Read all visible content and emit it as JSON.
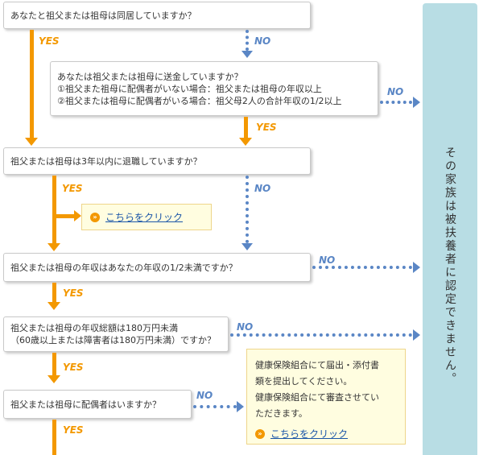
{
  "questions": [
    {
      "lines": [
        "あなたと祖父または祖母は同居していますか？"
      ]
    },
    {
      "lines": [
        "あなたは祖父または祖母に送金していますか？",
        "①祖父また祖母に配偶者がいない場合：祖父または祖母の年収以上",
        "②祖父または祖母に配偶者がいる場合：祖父母2人の合計年収の1/2以上"
      ]
    },
    {
      "lines": [
        "祖父または祖母は3年以内に退職していますか？"
      ]
    },
    {
      "lines": [
        "祖父または祖母の年収はあなたの年収の1/2未満ですか？"
      ]
    },
    {
      "lines": [
        "祖父または祖母の年収総額は180万円未満",
        "（60歳以上または障害者は180万円未満）ですか？"
      ]
    },
    {
      "lines": [
        "祖父または祖母に配偶者はいますか？"
      ]
    }
  ],
  "labels": {
    "yes": "YES",
    "no": "NO"
  },
  "sidebar": {
    "text": "その家族は被扶養者に認定できません。"
  },
  "click": {
    "label": "こちらをクリック",
    "icon": "double-chevron-right-icon"
  },
  "note": {
    "lines": [
      "健康保険組合にて届出・添付書",
      "類を提出してください。",
      "健康保険組合にて審査させてい",
      "ただきます。"
    ]
  },
  "colors": {
    "yes": "#f39800",
    "no": "#5a86c5",
    "sidebar": "#b8dde4",
    "note_bg": "#fffde0",
    "link": "#1b56a8"
  }
}
